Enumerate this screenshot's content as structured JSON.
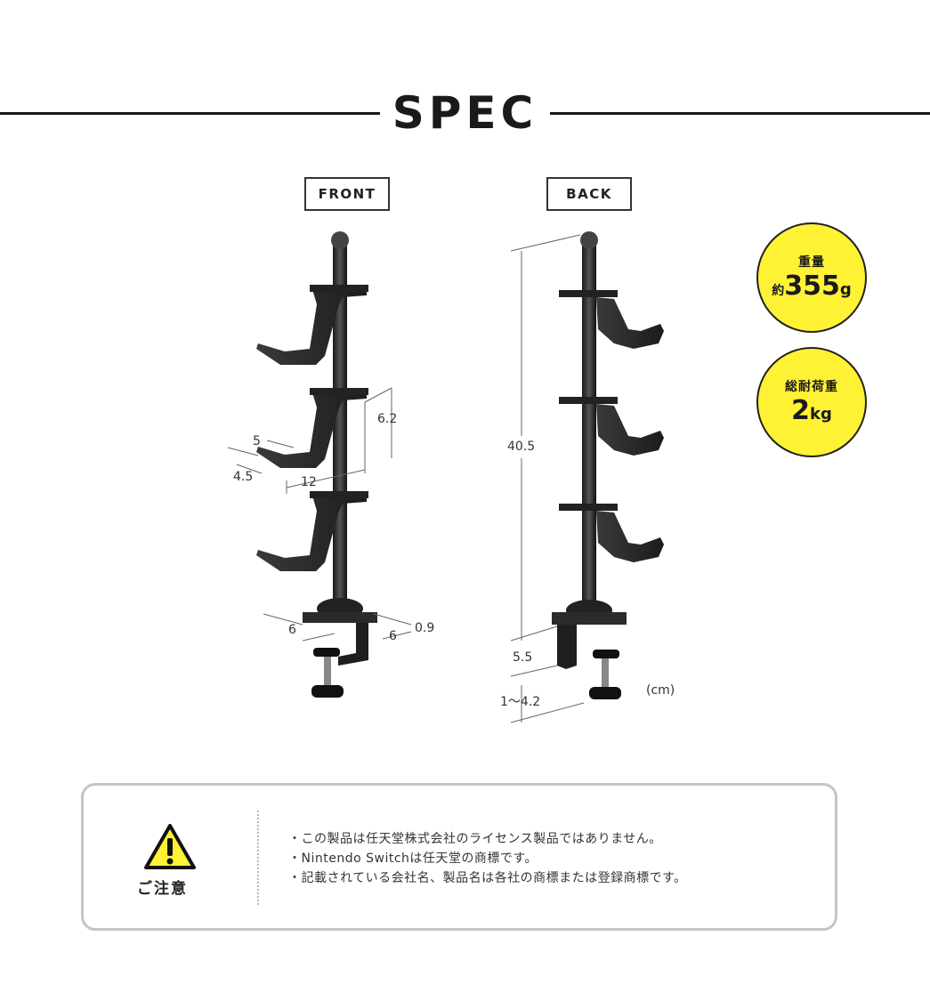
{
  "header": {
    "title": "SPEC"
  },
  "views": {
    "front_label": "FRONT",
    "back_label": "BACK"
  },
  "front_dims": {
    "holder_height": "6.2",
    "hook_depth": "5",
    "hook_width": "4.5",
    "holder_length": "12",
    "base_depth": "6",
    "base_width": "6",
    "base_thickness": "0.9"
  },
  "back_dims": {
    "total_height": "40.5",
    "clamp_height": "5.5",
    "clamp_range": "1〜4.2",
    "unit": "(cm)"
  },
  "badges": {
    "weight": {
      "label": "重量",
      "prefix": "約",
      "value": "355",
      "unit": "g"
    },
    "load": {
      "label": "総耐荷重",
      "value": "2",
      "unit": "kg"
    }
  },
  "notice": {
    "label": "ご注意",
    "items": [
      "この製品は任天堂株式会社のライセンス製品ではありません。",
      "Nintendo Switchは任天堂の商標です。",
      "記載されている会社名、製品名は各社の商標または登録商標です。"
    ]
  },
  "colors": {
    "badge": "#fff235",
    "rule": "#1a1a1a",
    "product": "#2b2b2b"
  }
}
